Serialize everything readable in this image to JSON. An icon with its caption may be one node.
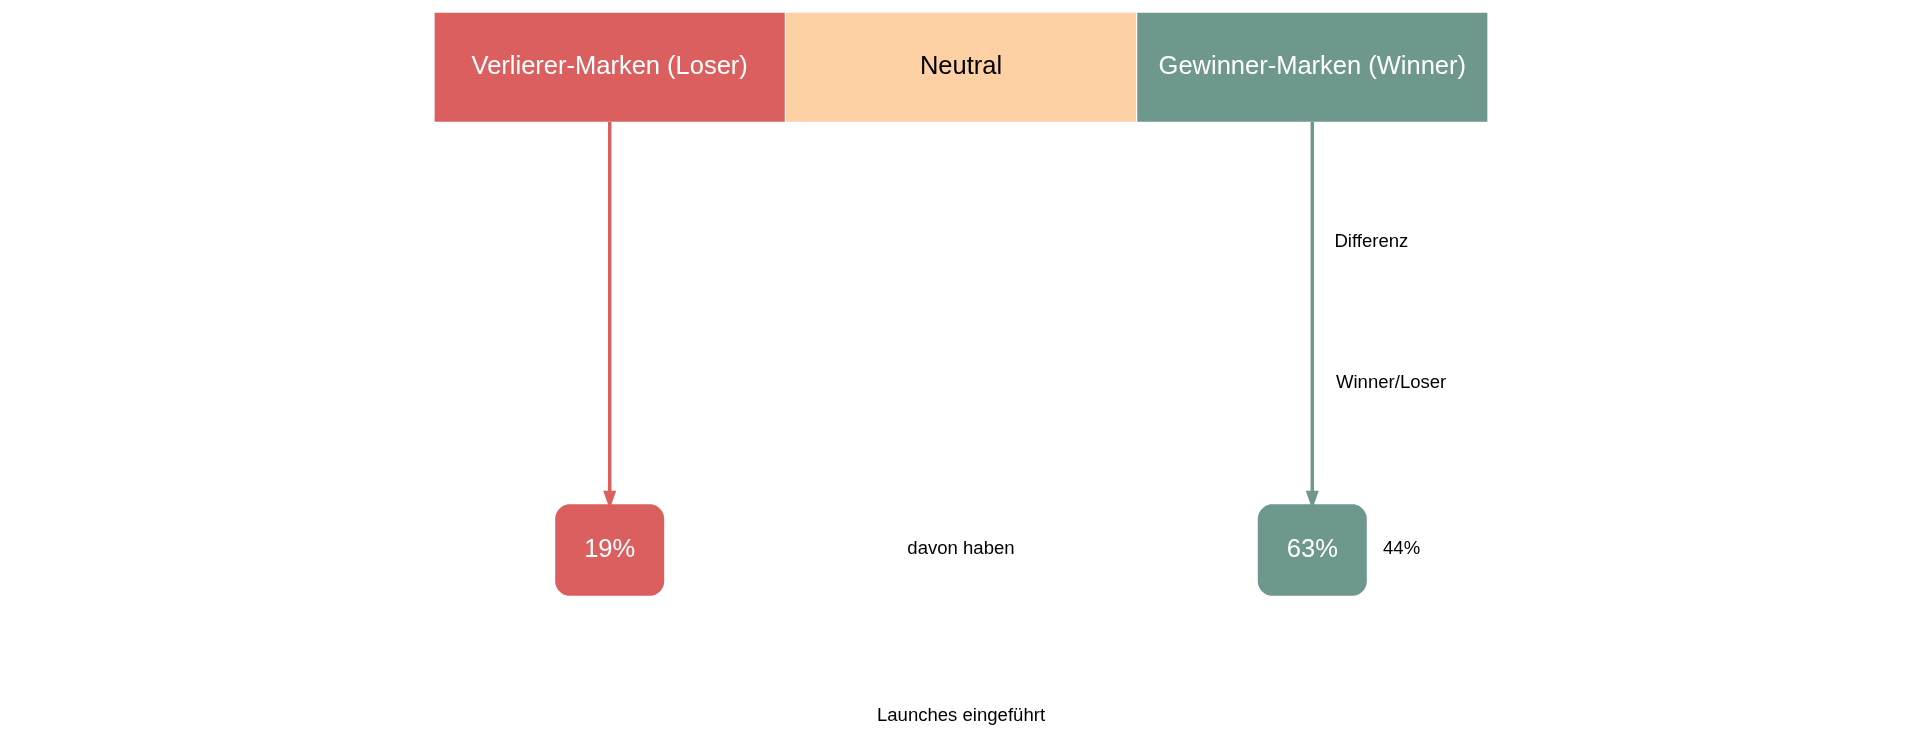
{
  "diagram": {
    "nodes": [
      {
        "text": [
          "Verlierer-Marken (Loser)"
        ]
      },
      {
        "text": [
          "Neutral"
        ]
      },
      {
        "text": [
          "Gewinner-Marken (Winner)"
        ]
      },
      {
        "text": [
          "19%"
        ]
      },
      {
        "text": [
          "63%"
        ]
      }
    ],
    "edges": [
      {
        "from": 0,
        "to": 3,
        "arrow": "to",
        "color": "#db5f5f"
      },
      {
        "from": 2,
        "to": 4,
        "arrow": "to",
        "color": "#6e978d"
      }
    ],
    "labels": [
      "Differenz",
      "Winner/Loser",
      "davon haben",
      "44%",
      "Launches eingeführt"
    ]
  }
}
